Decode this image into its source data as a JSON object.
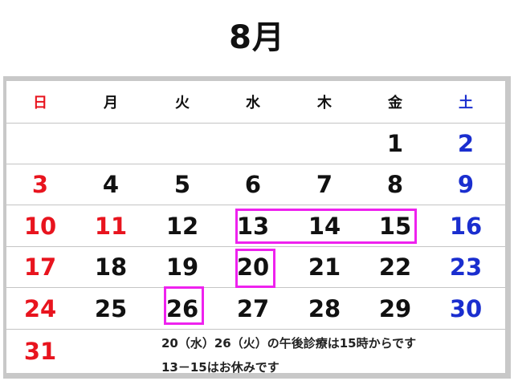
{
  "title": "8月",
  "weekdays": [
    {
      "label": "日",
      "color": "#e8141e"
    },
    {
      "label": "月",
      "color": "#111111"
    },
    {
      "label": "火",
      "color": "#111111"
    },
    {
      "label": "水",
      "color": "#111111"
    },
    {
      "label": "木",
      "color": "#111111"
    },
    {
      "label": "金",
      "color": "#111111"
    },
    {
      "label": "土",
      "color": "#1a2ecf"
    }
  ],
  "weeks": [
    [
      null,
      null,
      null,
      null,
      null,
      "1",
      "2"
    ],
    [
      "3",
      "4",
      "5",
      "6",
      "7",
      "8",
      "9"
    ],
    [
      "10",
      "11",
      "12",
      "13",
      "14",
      "15",
      "16"
    ],
    [
      "17",
      "18",
      "19",
      "20",
      "21",
      "22",
      "23"
    ],
    [
      "24",
      "25",
      "26",
      "27",
      "28",
      "29",
      "30"
    ],
    [
      "31",
      null,
      null,
      null,
      null,
      null,
      null
    ]
  ],
  "holidays": [
    "11"
  ],
  "highlights": {
    "closed_days": [
      "13",
      "14",
      "15"
    ],
    "afternoon_closed": [
      "20",
      "26"
    ],
    "color": "#ee22ee"
  },
  "notes": [
    "20（水）26（火）の午後診療は15時からです",
    "13－15はお休みです"
  ]
}
